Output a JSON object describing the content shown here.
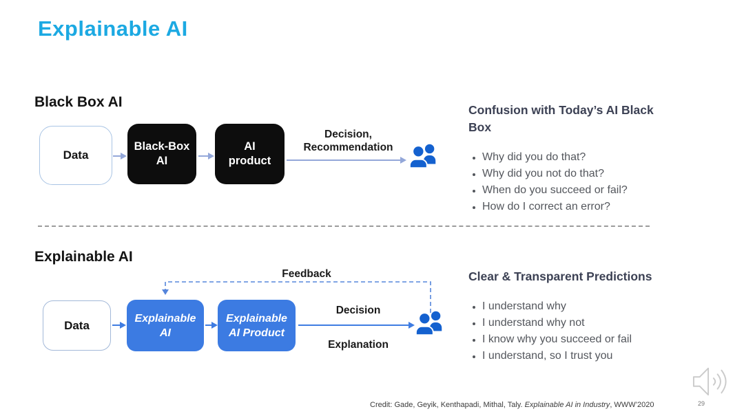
{
  "slide": {
    "title": "Explainable AI",
    "page_number": "29"
  },
  "black_box_section": {
    "heading": "Black Box AI",
    "data_box_label": "Data",
    "blackbox_box_line1": "Black-Box",
    "blackbox_box_line2": "AI",
    "product_box_line1": "AI",
    "product_box_line2": "product",
    "arrow_label_line1": "Decision,",
    "arrow_label_line2": "Recommendation",
    "panel_heading": "Confusion with Today’s AI Black Box",
    "bullets": [
      "Why did you do that?",
      "Why did you not do that?",
      "When do you succeed or fail?",
      "How do I correct an error?"
    ]
  },
  "explainable_section": {
    "heading": "Explainable AI",
    "feedback_label": "Feedback",
    "data_box_label": "Data",
    "xai_box_line1": "Explainable",
    "xai_box_line2": "AI",
    "product_box_line1": "Explainable",
    "product_box_line2": "AI Product",
    "decision_label": "Decision",
    "explanation_label": "Explanation",
    "panel_heading": "Clear & Transparent Predictions",
    "bullets": [
      "I understand why",
      "I understand why not",
      "I know why you succeed or fail",
      "I understand, so I trust you"
    ]
  },
  "footer": {
    "credit_prefix": "Credit: Gade, Geyik, Kenthapadi, Mithal, Taly. ",
    "credit_italic": "Explainable AI in Industry",
    "credit_suffix": ", WWW’2020"
  },
  "icons": {
    "people_icon": "two-users-silhouette",
    "speaker_icon": "audio-speaker-with-sound-waves"
  },
  "colors": {
    "title": "#1CA9E2",
    "black_box": "#0D0D0D",
    "blue_box": "#3C7BE2",
    "people_blue": "#1461CF",
    "panel_heading": "#3C4154",
    "bullet_text": "#53565C",
    "light_arrow": "#93A7D9",
    "blue_arrow": "#3E7CE2",
    "feedback_dash": "#5585DB"
  }
}
